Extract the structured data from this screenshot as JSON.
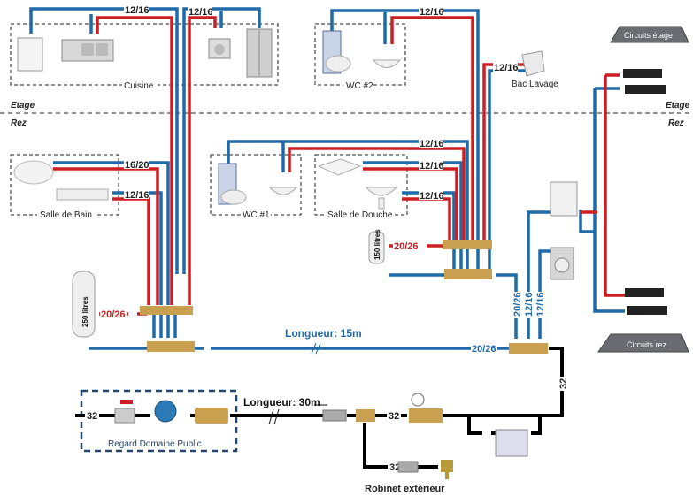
{
  "colors": {
    "cold": "#1f6aa8",
    "hot": "#cc1f24",
    "main": "#000000",
    "brass": "#c9a050",
    "zone_border": "#22466e"
  },
  "floors": {
    "upper": "Etage",
    "lower": "Rez"
  },
  "rooms": {
    "cuisine": "Cuisine",
    "wc2": "WC #2",
    "bac_lavage": "Bac Lavage",
    "salle_bain": "Salle de Bain",
    "wc1": "WC #1",
    "salle_douche": "Salle de Douche",
    "circuits_etage": "Circuits étage",
    "circuits_rez": "Circuits rez",
    "regard": "Regard Domaine Public",
    "robinet": "Robinet extérieur"
  },
  "pipe_sizes": {
    "cuisine_a": "12/16",
    "cuisine_b": "12/16",
    "wc2": "12/16",
    "bac_lavage": "12/16",
    "bain_baignoire": "16/20",
    "bain_lavabo": "12/16",
    "wc1": "12/16",
    "douche_a": "12/16",
    "douche_b": "12/16",
    "heater150_out": "20/26",
    "heater250_out": "20/26",
    "main_cold": "20/26",
    "riser_a": "20/26",
    "riser_b": "12/16",
    "riser_c": "12/16",
    "main_supply": "32",
    "after_meter": "32",
    "after_reducer": "32",
    "riser_main": "32",
    "robinet_line": "32"
  },
  "lengths": {
    "cold_line": "Longueur: 15m",
    "supply_line": "Longueur: 30m"
  },
  "tanks": {
    "small": "150 litres",
    "large": "250 litres"
  }
}
